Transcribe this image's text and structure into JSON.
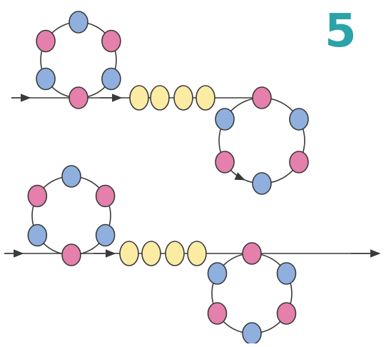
{
  "step_number": "5",
  "colors": {
    "pink": "#e57fab",
    "blue": "#8fb0de",
    "yellow": "#fbeba3",
    "outline": "#3a3a3a",
    "accent": "#2aa3a9"
  },
  "diagram": {
    "rows": [
      {
        "name": "top-row",
        "upper_ring_beads": [
          "blue",
          "pink",
          "blue",
          "pink",
          "blue",
          "pink"
        ],
        "chain_beads": [
          "yellow",
          "yellow",
          "yellow",
          "yellow"
        ],
        "lower_ring_beads": [
          "pink",
          "blue",
          "pink",
          "blue",
          "pink",
          "blue"
        ],
        "line_extends_to_right": false
      },
      {
        "name": "bottom-row",
        "upper_ring_beads": [
          "blue",
          "pink",
          "blue",
          "pink",
          "blue",
          "pink"
        ],
        "chain_beads": [
          "yellow",
          "yellow",
          "yellow",
          "yellow"
        ],
        "lower_ring_beads": [
          "pink",
          "blue",
          "pink",
          "blue",
          "pink",
          "blue"
        ],
        "line_extends_to_right": true
      }
    ]
  }
}
